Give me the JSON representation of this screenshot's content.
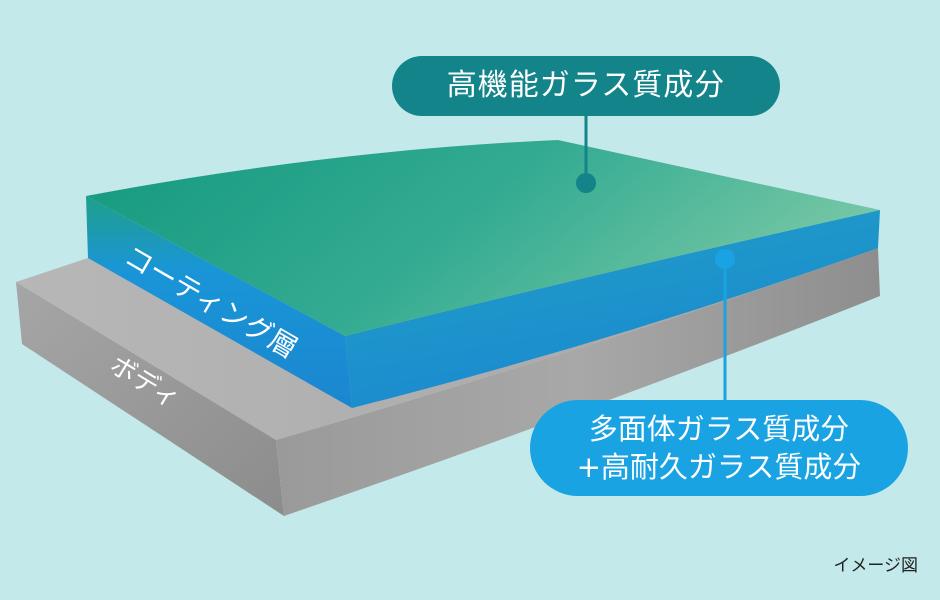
{
  "callouts": {
    "high_function": "高機能ガラス質成分",
    "durable_line1": "多面体ガラス質成分",
    "durable_line2": "+高耐久ガラス質成分"
  },
  "layers": {
    "coating": "コーティング層",
    "body": "ボディ"
  },
  "note": "イメージ図",
  "colors": {
    "background": "#c3e9ea",
    "callout_top": "#13848a",
    "callout_bottom": "#1aa3e3",
    "coating_top": "#2aa58c",
    "coating_side": "#1a95d8",
    "body": "#9b9b9b"
  }
}
